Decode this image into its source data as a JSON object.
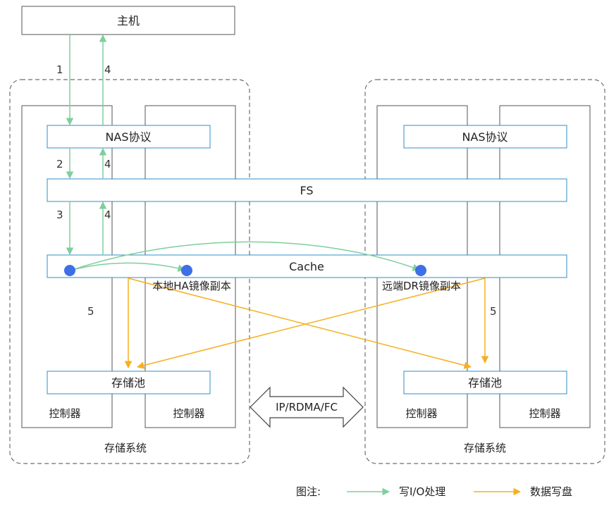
{
  "host": {
    "label": "主机"
  },
  "left_system": {
    "label": "存储系统",
    "controller_a": "控制器",
    "controller_b": "控制器",
    "nas": "NAS协议",
    "pool": "存储池"
  },
  "right_system": {
    "label": "存储系统",
    "controller_a": "控制器",
    "controller_b": "控制器",
    "nas": "NAS协议",
    "pool": "存储池"
  },
  "fs": {
    "label": "FS"
  },
  "cache": {
    "label": "Cache",
    "local_copy": "本地HA镜像副本",
    "remote_copy": "远端DR镜像副本"
  },
  "link": {
    "label": "IP/RDMA/FC"
  },
  "steps": {
    "s1": "1",
    "s2": "2",
    "s3": "3",
    "s4a": "4",
    "s4b": "4",
    "s4c": "4",
    "s5a": "5",
    "s5b": "5"
  },
  "legend": {
    "title": "图注:",
    "write_io": "写I/O处理",
    "write_disk": "数据写盘"
  },
  "colors": {
    "write_io": "#7dcf9c",
    "write_disk": "#f5b020",
    "box_border": "#2f8fc7",
    "dot": "#3d6fe6",
    "container_border": "#6e6e6e"
  }
}
